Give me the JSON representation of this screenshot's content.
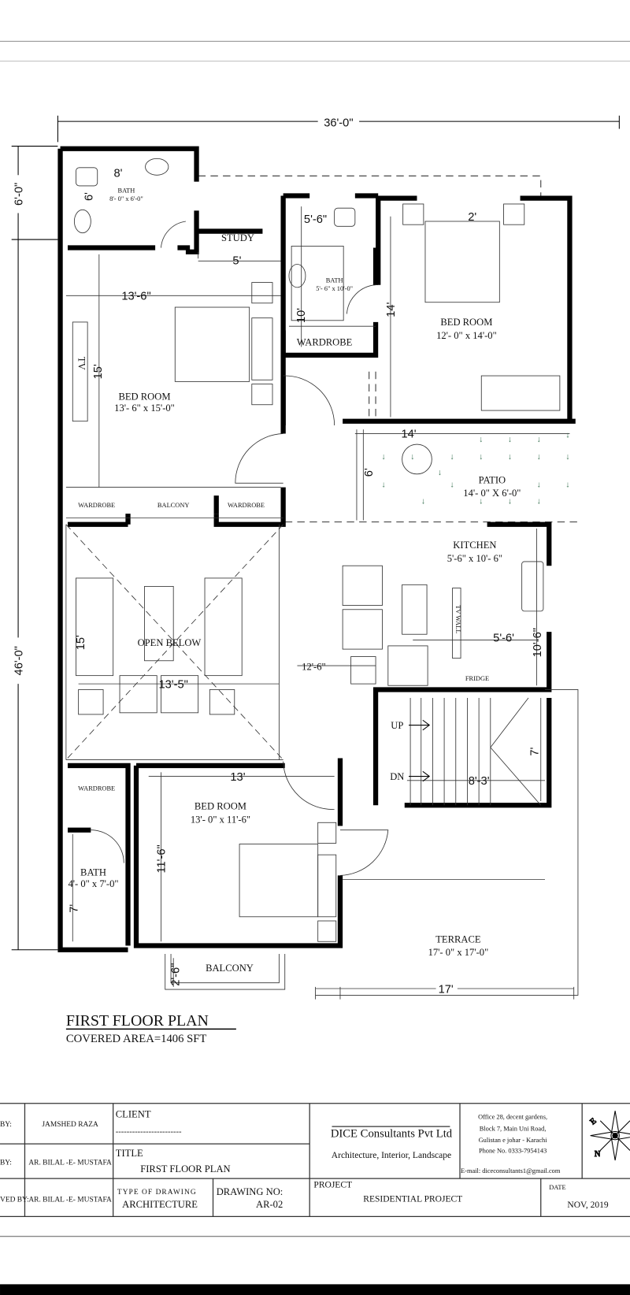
{
  "plan": {
    "overall_width": "36'-0\"",
    "left_dim_top": "6'-0\"",
    "left_dim_main": "46'-0\"",
    "title": "FIRST FLOOR PLAN",
    "covered_area": "COVERED AREA=1406 SFT"
  },
  "rooms": {
    "bath1": {
      "name": "BATH",
      "size": "8'- 0\" x 6'-0\"",
      "dim_w": "8'",
      "dim_h": "6'"
    },
    "study": {
      "name": "STUDY",
      "dim": "5'"
    },
    "bath2": {
      "name": "BATH",
      "size": "5'- 6\" x 10'-0\"",
      "dim_w": "5'-6\"",
      "dim_h": "10'"
    },
    "wardrobe_bath2": "WARDROBE",
    "bed_ne": {
      "name": "BED ROOM",
      "size": "12'- 0\" x 14'-0\"",
      "dim_w": "2'",
      "dim_h": "14'"
    },
    "bed_nw": {
      "name": "BED ROOM",
      "size": "13'- 6\" x 15'-0\"",
      "dim_w": "13'-6\"",
      "dim_h": "15'",
      "tv": "TV"
    },
    "wardrobe_left": "WARDROBE",
    "balcony_top": "BALCONY",
    "wardrobe_right": "WARDROBE",
    "patio": {
      "name": "PATIO",
      "size": "14'- 0\" X 6'-0\"",
      "dim_w": "14'",
      "dim_h": "6'"
    },
    "kitchen": {
      "name": "KITCHEN",
      "size": "5'-6\" x 10'- 6\"",
      "tv_wall": "TV WALL",
      "dim_w": "5'-6'",
      "dim_h": "10'-6\"",
      "fridge": "FRIDGE"
    },
    "open_below": {
      "name": "OPEN BELOW",
      "dim_h": "15'",
      "dim_w": "13'-5\""
    },
    "lounge_dim": "12'-6\"",
    "stairs": {
      "up": "UP",
      "dn": "DN",
      "dim_h": "7'",
      "dim_w": "8'-3'"
    },
    "wardrobe_sw": "WARDROBE",
    "bed_s": {
      "name": "BED ROOM",
      "size": "13'- 0\" x 11'-6\"",
      "dim_w": "13'",
      "dim_h": "11'-6\""
    },
    "bath3": {
      "name": "BATH",
      "size": "4'- 0\" x 7'-0\"",
      "dim_h": "7'"
    },
    "terrace": {
      "name": "TERRACE",
      "size": "17'- 0\" x 17'-0\"",
      "dim_w": "17'"
    },
    "balcony_bottom": {
      "name": "BALCONY",
      "dim": "2'-6\""
    }
  },
  "title_block": {
    "row1_role": "BY:",
    "row1_name": "JAMSHED RAZA",
    "row2_role": "BY:",
    "row2_name": "AR. BILAL -E- MUSTAFA",
    "row3_role": "VED BY:",
    "row3_name": "AR. BILAL -E- MUSTAFA",
    "client_label": "CLIENT",
    "client_value": "------------------------",
    "title_label": "TITLE",
    "title_value": "FIRST  FLOOR PLAN",
    "type_label": "TYPE  OF  DRAWING",
    "type_value": "ARCHITECTURE",
    "drawing_no_label": "DRAWING NO:",
    "drawing_no_value": "AR-02",
    "company": "DICE Consultants Pvt Ltd",
    "company_tagline": "Architecture, Interior, Landscape",
    "address1": "Office 28, decent gardens,",
    "address2": "Block 7, Main Uni Road,",
    "address3": "Gulistan e johar - Karachi",
    "phone": "Phone No. 0333-7954143",
    "email": "E-mail: diceconsultants1@gmail.com",
    "project_label": "PROJECT",
    "project_value": "RESIDENTIAL PROJECT",
    "date_label": "DATE",
    "date_value": "NOV, 2019",
    "compass_e": "E",
    "compass_n": "N"
  },
  "colors": {
    "plant": "#2f6b4a",
    "line": "#000000"
  }
}
